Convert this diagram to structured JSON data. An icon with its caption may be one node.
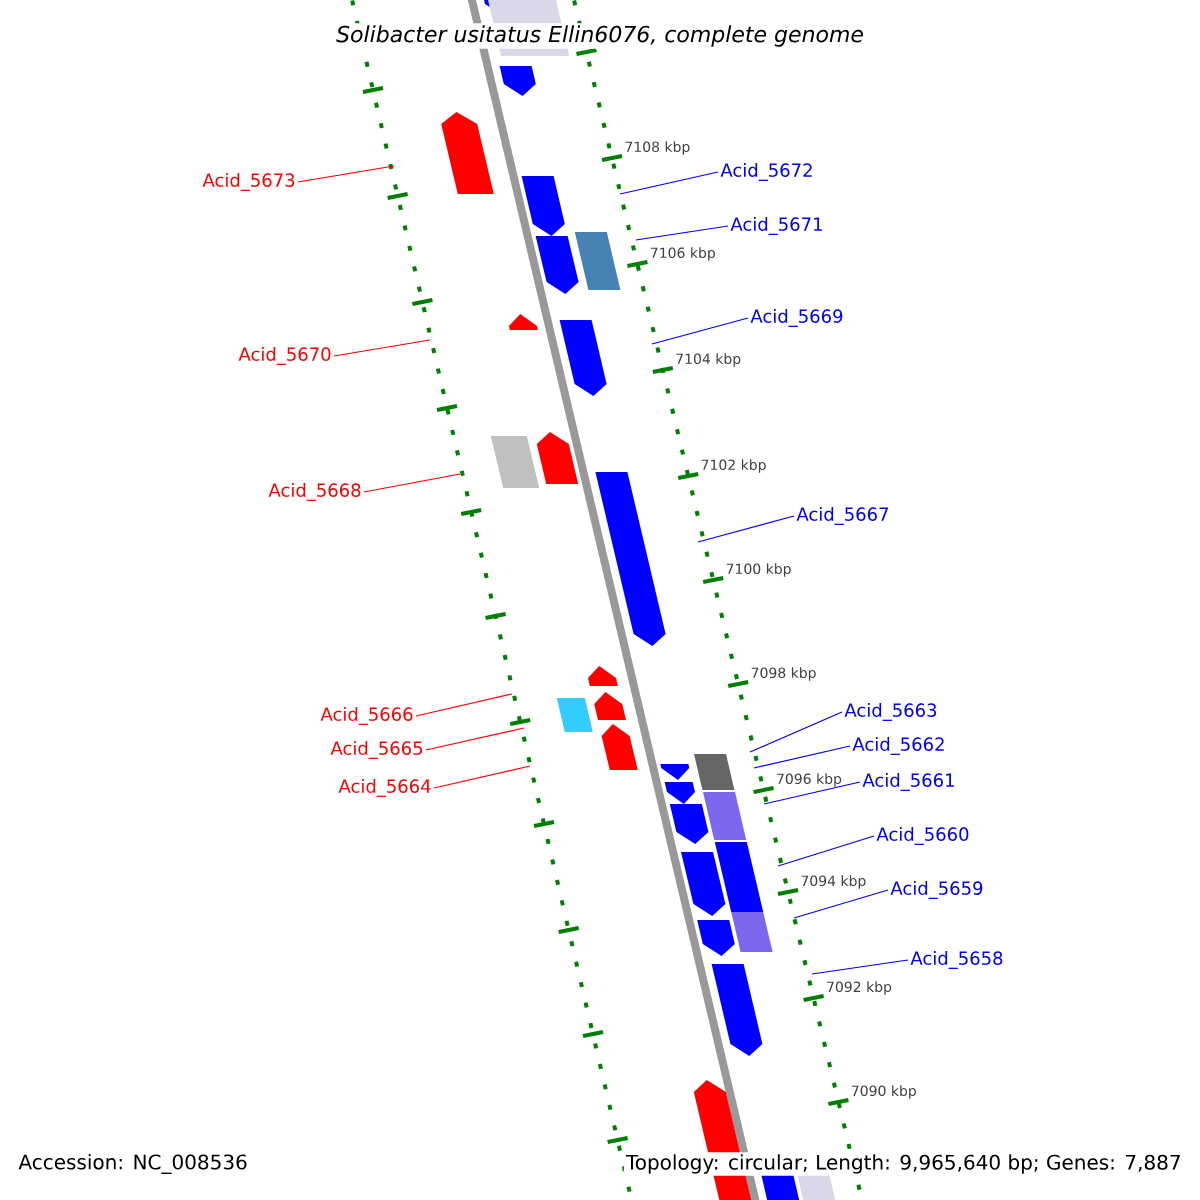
{
  "diagram": {
    "title": "Solibacter usitatus Ellin6076, complete genome",
    "nodes": [
      {
        "text": [
          "Acid_5672"
        ]
      },
      {
        "text": [
          "Acid_5673"
        ]
      },
      {
        "text": [
          "Acid_5671"
        ]
      },
      {
        "text": [
          "Acid_5669"
        ]
      },
      {
        "text": [
          "Acid_5670"
        ]
      },
      {
        "text": [
          "Acid_5668"
        ]
      },
      {
        "text": [
          "Acid_5667"
        ]
      },
      {
        "text": [
          "Acid_5663"
        ]
      },
      {
        "text": [
          "Acid_5666"
        ]
      },
      {
        "text": [
          "Acid_5662"
        ]
      },
      {
        "text": [
          "Acid_5665"
        ]
      },
      {
        "text": [
          "Acid_5661"
        ]
      },
      {
        "text": [
          "Acid_5664"
        ]
      },
      {
        "text": [
          "Acid_5660"
        ]
      },
      {
        "text": [
          "Acid_5659"
        ]
      },
      {
        "text": [
          "Acid_5658"
        ]
      }
    ],
    "edges": [
      {
        "from": 0,
        "to": null,
        "arrow": "none"
      },
      {
        "from": 1,
        "to": null,
        "arrow": "none",
        "color": "#ff0000"
      },
      {
        "from": 2,
        "to": null,
        "arrow": "none"
      },
      {
        "from": 3,
        "to": null,
        "arrow": "none"
      },
      {
        "from": 4,
        "to": null,
        "arrow": "none",
        "color": "#ff0000"
      },
      {
        "from": 5,
        "to": null,
        "arrow": "none",
        "color": "#ff0000"
      },
      {
        "from": 6,
        "to": null,
        "arrow": "none"
      },
      {
        "from": 7,
        "to": null,
        "arrow": "none"
      },
      {
        "from": 8,
        "to": null,
        "arrow": "none",
        "color": "#ff0000"
      },
      {
        "from": 9,
        "to": null,
        "arrow": "none"
      },
      {
        "from": 10,
        "to": null,
        "arrow": "none",
        "color": "#ff0000"
      },
      {
        "from": 11,
        "to": null,
        "arrow": "none"
      },
      {
        "from": 12,
        "to": null,
        "arrow": "none",
        "color": "#ff0000"
      },
      {
        "from": 13,
        "to": null,
        "arrow": "none"
      },
      {
        "from": 14,
        "to": null,
        "arrow": "none"
      },
      {
        "from": 15,
        "to": null,
        "arrow": "none"
      }
    ],
    "labels": [
      "7108 kbp",
      "7106 kbp",
      "7104 kbp",
      "7102 kbp",
      "7100 kbp",
      "7098 kbp",
      "7096 kbp",
      "7094 kbp",
      "7092 kbp",
      "7090 kbp",
      "Accession: NC_008536",
      "Topology: circular; Length: 9,965,640 bp; Genes: 7,887"
    ]
  }
}
